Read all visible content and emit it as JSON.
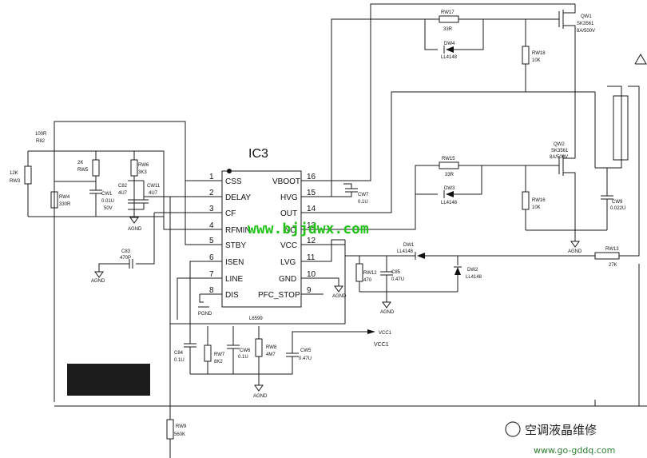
{
  "ic": {
    "name": "IC3",
    "part": "L6599",
    "left_pins": [
      {
        "num": "1",
        "label": "CSS"
      },
      {
        "num": "2",
        "label": "DELAY"
      },
      {
        "num": "3",
        "label": "CF"
      },
      {
        "num": "4",
        "label": "RFMIN"
      },
      {
        "num": "5",
        "label": "STBY"
      },
      {
        "num": "6",
        "label": "ISEN"
      },
      {
        "num": "7",
        "label": "LINE"
      },
      {
        "num": "8",
        "label": "DIS"
      }
    ],
    "right_pins": [
      {
        "num": "16",
        "label": "VBOOT"
      },
      {
        "num": "15",
        "label": "HVG"
      },
      {
        "num": "14",
        "label": "OUT"
      },
      {
        "num": "13",
        "label": "NC"
      },
      {
        "num": "12",
        "label": "VCC"
      },
      {
        "num": "11",
        "label": "LVG"
      },
      {
        "num": "10",
        "label": "GND"
      },
      {
        "num": "9",
        "label": "PFC_STOP"
      }
    ]
  },
  "components": {
    "r82": {
      "ref": "R82",
      "value": "100R"
    },
    "rw3": {
      "ref": "RW3",
      "value": "12K"
    },
    "rw5": {
      "ref": "RW5",
      "value": "2K"
    },
    "rw4": {
      "ref": "RW4",
      "value": "330R"
    },
    "cw1": {
      "ref": "CW1",
      "value": "0.01U",
      "rating": "50V"
    },
    "rw6": {
      "ref": "RW6",
      "value": "3K3"
    },
    "c82": {
      "ref": "C82",
      "value": "4U7"
    },
    "cw11": {
      "ref": "CW11",
      "value": "4U7"
    },
    "c83": {
      "ref": "C83",
      "value": "470P"
    },
    "cw7": {
      "ref": "CW7",
      "value": "0.1U"
    },
    "rw17": {
      "ref": "RW17",
      "value": "33R"
    },
    "dw4": {
      "ref": "DW4",
      "value": "LL4148"
    },
    "qw1": {
      "ref": "QW1",
      "part": "SK3561",
      "rating": "8A/500V"
    },
    "rw18": {
      "ref": "RW18",
      "value": "10K"
    },
    "rw15": {
      "ref": "RW15",
      "value": "33R"
    },
    "dw3": {
      "ref": "DW3",
      "value": "LL4148"
    },
    "qw2": {
      "ref": "QW2",
      "part": "SK3561",
      "rating": "8A/500V"
    },
    "rw16": {
      "ref": "RW16",
      "value": "10K"
    },
    "cw9": {
      "ref": "CW9",
      "value": "0.022U"
    },
    "rw13": {
      "ref": "RW13",
      "value": "27K"
    },
    "dw1": {
      "ref": "DW1",
      "value": "LL4148"
    },
    "dw2": {
      "ref": "DW2",
      "value": "LL4148"
    },
    "rw12": {
      "ref": "RW12",
      "value": "470"
    },
    "c85": {
      "ref": "C85",
      "value": "0.47U"
    },
    "c84": {
      "ref": "C84",
      "value": "0.1U"
    },
    "rw7": {
      "ref": "RW7",
      "value": "8K2"
    },
    "cw6": {
      "ref": "CW6",
      "value": "0.1U"
    },
    "rw8": {
      "ref": "RW8",
      "value": "4M7"
    },
    "cw5": {
      "ref": "CW5",
      "value": "0.47U"
    },
    "rw9": {
      "ref": "RW9",
      "value": "560K"
    }
  },
  "nets": {
    "agnd": "AGND",
    "pgnd": "PGND",
    "vcc1_tag": "VCC1",
    "vcc1_label": "VCC1"
  },
  "watermarks": {
    "site": "www.bjjdwx.com",
    "brand": "空调液晶维修",
    "url": "www.go-gddq.com"
  },
  "colors": {
    "watermark_green": "#22c21a",
    "redaction_block": "#1c1c1c"
  }
}
